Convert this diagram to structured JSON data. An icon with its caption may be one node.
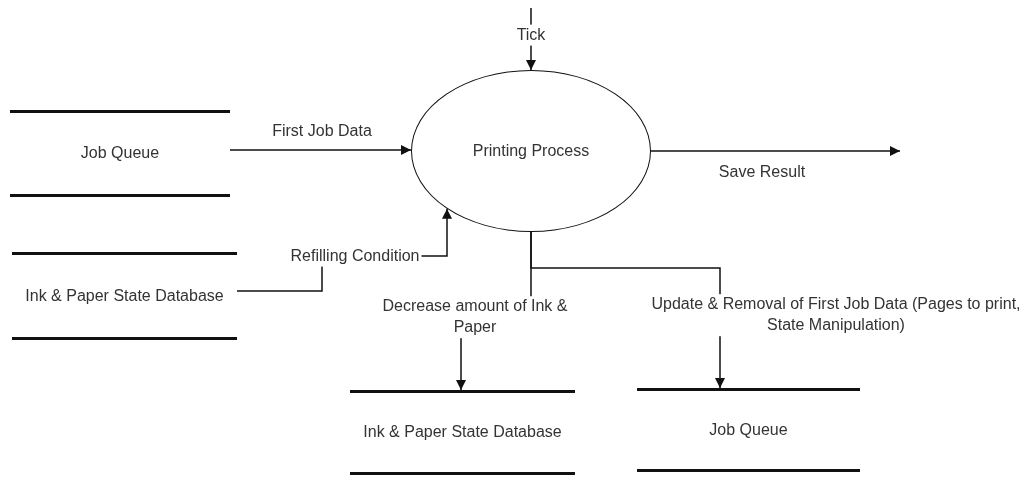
{
  "diagram": {
    "nodes": [
      {
        "text": [
          "Job Queue"
        ]
      },
      {
        "text": [
          "Printing Process"
        ]
      },
      {
        "text": [
          "Ink & Paper State Database"
        ]
      },
      {
        "text": [
          "Ink & Paper State Database"
        ]
      },
      {
        "text": [
          "Job Queue"
        ]
      }
    ],
    "edges": [
      {
        "from": null,
        "to": 1,
        "arrow": "to",
        "label": "Tick"
      },
      {
        "from": 0,
        "to": 1,
        "arrow": "to",
        "label": "First Job Data"
      },
      {
        "from": 2,
        "to": 1,
        "arrow": "to",
        "label": "Refilling Condition"
      },
      {
        "from": 1,
        "to": null,
        "arrow": "to",
        "label": "Save Result"
      },
      {
        "from": 1,
        "to": 3,
        "arrow": "to",
        "label": "Decrease amount of Ink & Paper"
      },
      {
        "from": 1,
        "to": 4,
        "arrow": "to",
        "label": "Update & Removal of First Job Data (Pages to print, State Manipulation)"
      }
    ]
  }
}
